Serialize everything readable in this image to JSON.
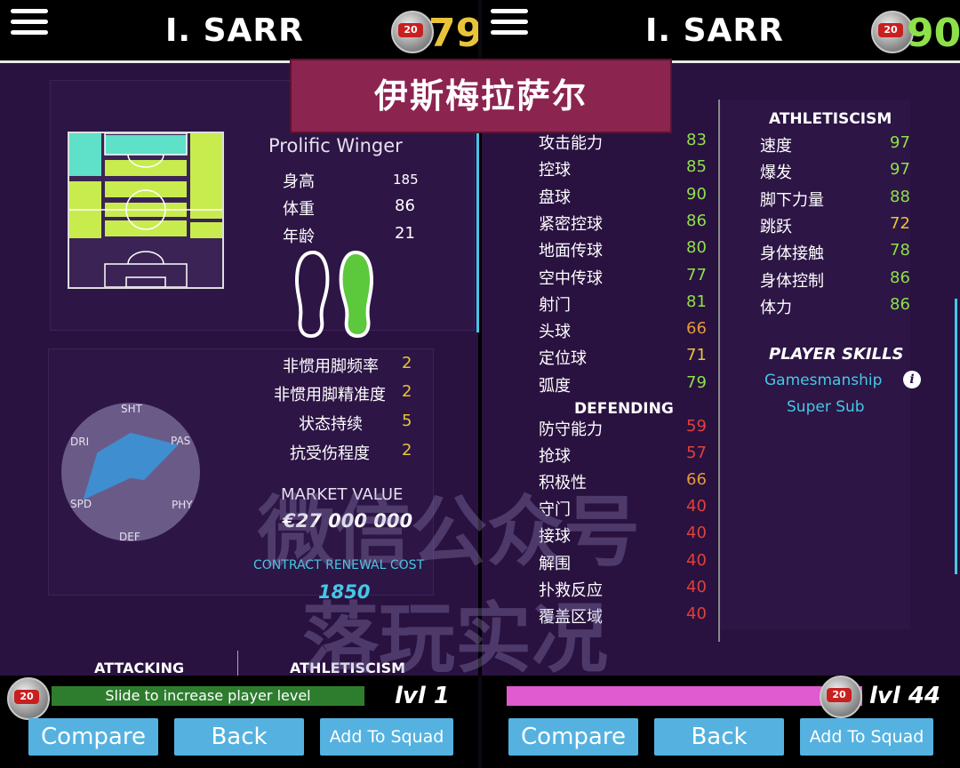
{
  "left": {
    "player_name": "I. SARR",
    "overall": "79",
    "role": "Prolific Winger",
    "bio": [
      {
        "label": "身高",
        "value": "185"
      },
      {
        "label": "体重",
        "value": "86"
      },
      {
        "label": "年龄",
        "value": "21"
      }
    ],
    "foot_stats": [
      {
        "label": "非惯用脚频率",
        "value": "2"
      },
      {
        "label": "非惯用脚精准度",
        "value": "2"
      },
      {
        "label": "状态持续",
        "value": "5"
      },
      {
        "label": "抗受伤程度",
        "value": "2"
      }
    ],
    "radar": {
      "axes": [
        "SHT",
        "PAS",
        "PHY",
        "DEF",
        "SPD",
        "DRI"
      ],
      "values": [
        0.56,
        0.78,
        0.22,
        0.08,
        0.78,
        0.55
      ]
    },
    "market_value_label": "MARKET VALUE",
    "market_value": "€27 000 000",
    "contract_label": "CONTRACT RENEWAL COST",
    "contract_value": "1850",
    "tab_attacking": "ATTACKING",
    "tab_athleticism": "ATHLETISCISM",
    "slider_text": "Slide to increase player level",
    "level": "lvl 1",
    "buttons": {
      "compare": "Compare",
      "back": "Back",
      "add": "Add To Squad"
    }
  },
  "banner": "伊斯梅拉萨尔",
  "right": {
    "player_name": "I. SARR",
    "overall": "90",
    "attacking": [
      {
        "label": "攻击能力",
        "value": "83"
      },
      {
        "label": "控球",
        "value": "85"
      },
      {
        "label": "盘球",
        "value": "90"
      },
      {
        "label": "紧密控球",
        "value": "86"
      },
      {
        "label": "地面传球",
        "value": "80"
      },
      {
        "label": "空中传球",
        "value": "77"
      },
      {
        "label": "射门",
        "value": "81"
      },
      {
        "label": "头球",
        "value": "66"
      },
      {
        "label": "定位球",
        "value": "71"
      },
      {
        "label": "弧度",
        "value": "79"
      }
    ],
    "defending_title": "DEFENDING",
    "defending": [
      {
        "label": "防守能力",
        "value": "59"
      },
      {
        "label": "抢球",
        "value": "57"
      },
      {
        "label": "积极性",
        "value": "66"
      },
      {
        "label": "守门",
        "value": "40"
      },
      {
        "label": "接球",
        "value": "40"
      },
      {
        "label": "解围",
        "value": "40"
      },
      {
        "label": "扑救反应",
        "value": "40"
      },
      {
        "label": "覆盖区域",
        "value": "40"
      }
    ],
    "athleticism_title": "ATHLETISCISM",
    "athleticism": [
      {
        "label": "速度",
        "value": "97"
      },
      {
        "label": "爆发",
        "value": "97"
      },
      {
        "label": "脚下力量",
        "value": "88"
      },
      {
        "label": "跳跃",
        "value": "72"
      },
      {
        "label": "身体接触",
        "value": "78"
      },
      {
        "label": "身体控制",
        "value": "86"
      },
      {
        "label": "体力",
        "value": "86"
      }
    ],
    "skills_title": "PLAYER SKILLS",
    "skills": [
      "Gamesmanship",
      "Super Sub"
    ],
    "level": "lvl 44",
    "buttons": {
      "compare": "Compare",
      "back": "Back",
      "add": "Add To Squad"
    }
  },
  "watermark": [
    "微信公众号",
    "落玩实况"
  ],
  "colors": {
    "green": "#8ee04a",
    "yellow": "#e8c43a",
    "orange": "#e59a3a",
    "red": "#e0413a",
    "badge_red": "#c82020",
    "button_blue": "#55b2e0",
    "slider_green": "#2e7d2e",
    "slider_pink": "#e05ad0",
    "banner": "#8c2450",
    "cyan": "#45c8e4"
  }
}
